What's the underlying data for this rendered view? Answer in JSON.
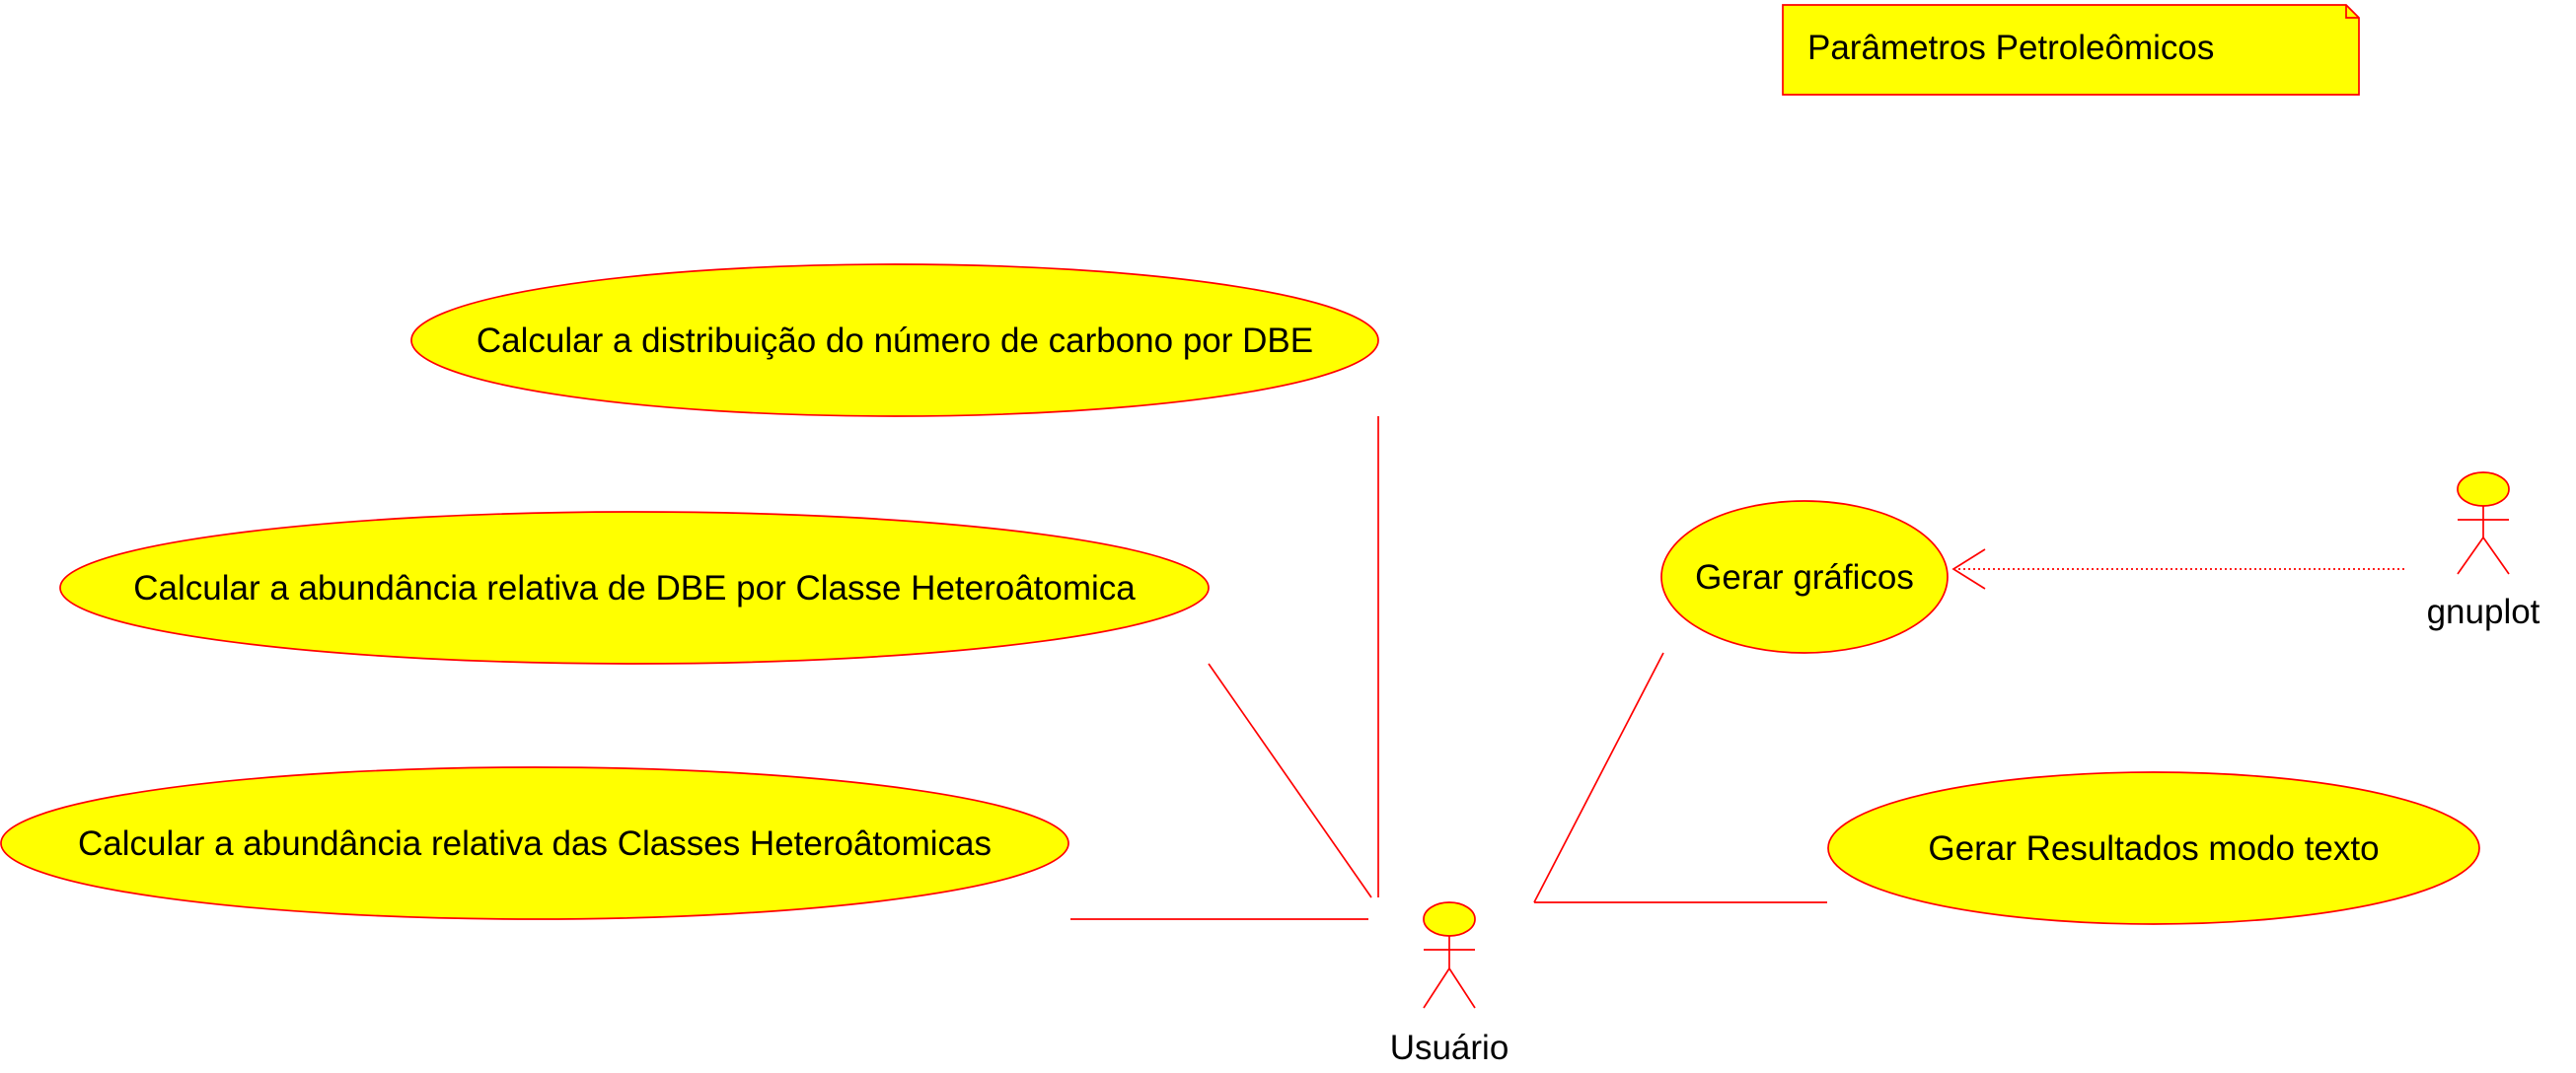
{
  "note": {
    "text": "Parâmetros Petroleômicos"
  },
  "use_cases": {
    "calc_carbon_distribution": "Calcular a distribuição do número de carbono por DBE",
    "calc_dbe_abundance": "Calcular a abundância relativa de DBE por Classe Heteroâtomica",
    "calc_class_abundance": "Calcular a abundância relativa das Classes Heteroâtomicas",
    "generate_charts": "Gerar gráficos",
    "generate_text_results": "Gerar Resultados modo texto"
  },
  "actors": {
    "user": "Usuário",
    "gnuplot": "gnuplot"
  },
  "colors": {
    "fill": "#ffff00",
    "stroke": "#ff0000",
    "text": "#000000"
  }
}
